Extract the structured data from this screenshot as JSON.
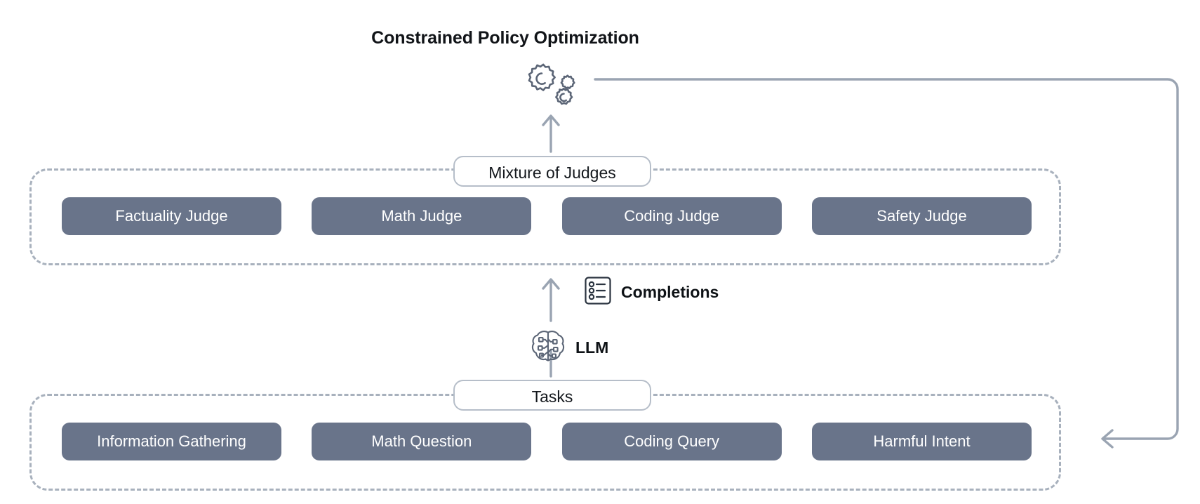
{
  "diagram": {
    "title": "Constrained Policy Optimization",
    "icons": {
      "optimizer": "gears-icon",
      "completions": "list-document-icon",
      "llm": "brain-circuit-icon"
    },
    "colors": {
      "chip_fill": "#69748a",
      "chip_text": "#ffffff",
      "dashed_border": "#a8b1bd",
      "pill_border": "#b6bec9",
      "arrow": "#9aa4b2",
      "title_text": "#111418",
      "icon_stroke": "#5b6576"
    },
    "judges_group": {
      "label": "Mixture of Judges",
      "items": [
        {
          "label": "Factuality Judge"
        },
        {
          "label": "Math Judge"
        },
        {
          "label": "Coding Judge"
        },
        {
          "label": "Safety Judge"
        }
      ]
    },
    "tasks_group": {
      "label": "Tasks",
      "items": [
        {
          "label": "Information Gathering"
        },
        {
          "label": "Math Question"
        },
        {
          "label": "Coding Query"
        },
        {
          "label": "Harmful Intent"
        }
      ]
    },
    "annotations": {
      "completions": "Completions",
      "llm": "LLM"
    }
  }
}
